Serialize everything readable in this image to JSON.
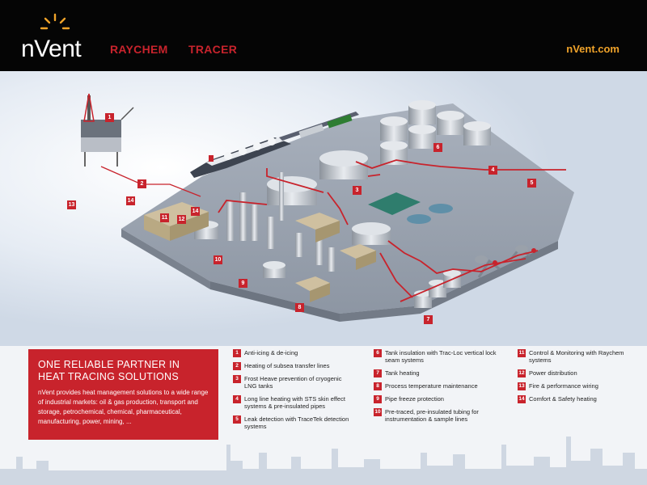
{
  "header": {
    "logo": "nVent",
    "brands": [
      "RAYCHEM",
      "TRACER"
    ],
    "site": "nVent.com"
  },
  "colors": {
    "brand_red": "#c8232c",
    "header_bg": "#050505",
    "site_link": "#f0a32a"
  },
  "scene": {
    "callouts": [
      "1",
      "2",
      "3",
      "4",
      "5",
      "6",
      "7",
      "8",
      "9",
      "10",
      "11",
      "12",
      "13",
      "14",
      "14"
    ]
  },
  "partner": {
    "title": "ONE RELIABLE PARTNER IN HEAT TRACING SOLUTIONS",
    "body": "nVent provides heat management solutions to a wide range of industrial markets: oil & gas production, transport and storage, petrochemical, chemical, pharmaceutical, manufacturing, power, mining, ..."
  },
  "legend": [
    {
      "num": "1",
      "text": "Anti-icing & de-icing"
    },
    {
      "num": "2",
      "text": "Heating of subsea transfer lines"
    },
    {
      "num": "3",
      "text": "Frost Heave prevention of cryogenic LNG tanks"
    },
    {
      "num": "4",
      "text": "Long line heating with STS skin effect systems & pre-insulated pipes"
    },
    {
      "num": "5",
      "text": "Leak detection with TraceTek detection systems"
    },
    {
      "num": "6",
      "text": "Tank insulation with Trac-Loc vertical lock seam systems"
    },
    {
      "num": "7",
      "text": "Tank heating"
    },
    {
      "num": "8",
      "text": "Process temperature maintenance"
    },
    {
      "num": "9",
      "text": "Pipe freeze protection"
    },
    {
      "num": "10",
      "text": "Pre-traced, pre-insulated tubing for instrumentation & sample lines"
    },
    {
      "num": "11",
      "text": "Control & Monitoring with Raychem systems"
    },
    {
      "num": "12",
      "text": "Power distribution"
    },
    {
      "num": "13",
      "text": "Fire & performance wiring"
    },
    {
      "num": "14",
      "text": "Comfort & Safety heating"
    }
  ]
}
